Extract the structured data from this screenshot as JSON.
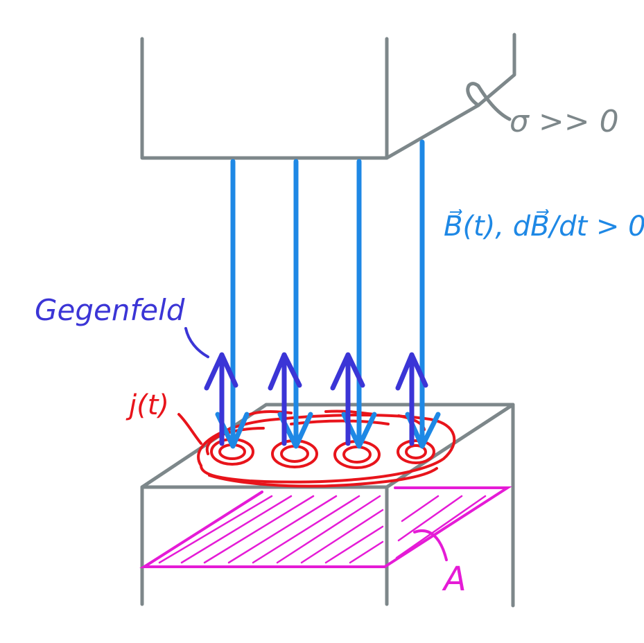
{
  "colors": {
    "magnet": "#7d878a",
    "field": "#1e88e5",
    "counter_field": "#3b35d6",
    "eddy_current": "#e8141b",
    "area": "#e51bd6"
  },
  "labels": {
    "conductivity": "σ >> 0",
    "field": "B⃗(t), dB⃗/dt > 0",
    "counter_field": "Gegenfeld",
    "current": "j(t)",
    "area": "A"
  },
  "field_line_count": 4
}
